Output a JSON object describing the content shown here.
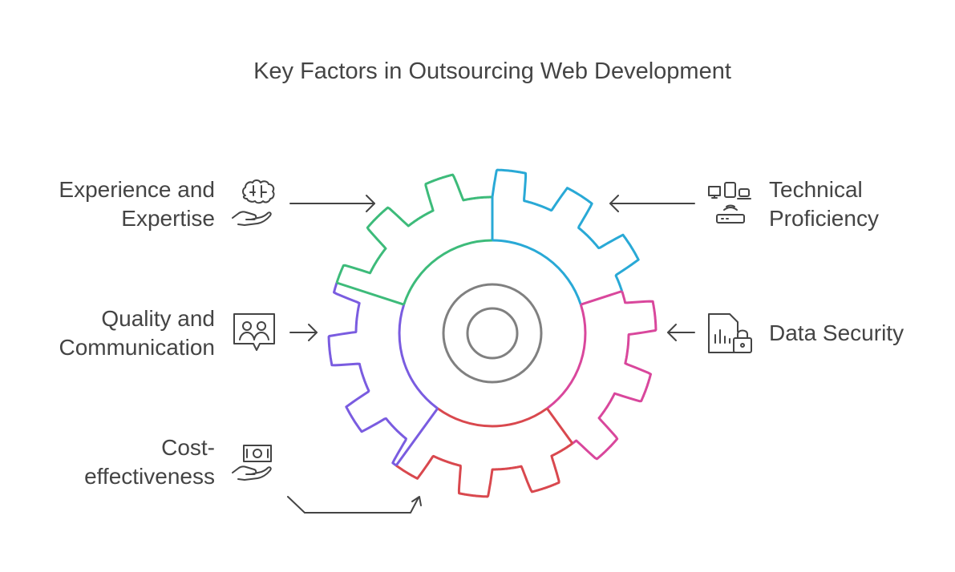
{
  "diagram": {
    "title": "Key Factors in Outsourcing Web Development",
    "factors": {
      "experience": {
        "line1": "Experience and",
        "line2": "Expertise",
        "icon": "brain-hand-icon",
        "color": "#3dbb7a"
      },
      "technical": {
        "line1": "Technical",
        "line2": "Proficiency",
        "icon": "devices-router-icon",
        "color": "#29a9d6"
      },
      "quality": {
        "line1": "Quality and",
        "line2": "Communication",
        "icon": "people-chat-icon",
        "color": "#7a5ce0"
      },
      "data": {
        "line1": "Data Security",
        "icon": "secure-file-chart-icon",
        "color": "#d9479c"
      },
      "cost": {
        "line1": "Cost-",
        "line2": "effectiveness",
        "icon": "money-hand-icon",
        "color": "#d9484e"
      }
    },
    "gear_center_color": "#808080"
  }
}
